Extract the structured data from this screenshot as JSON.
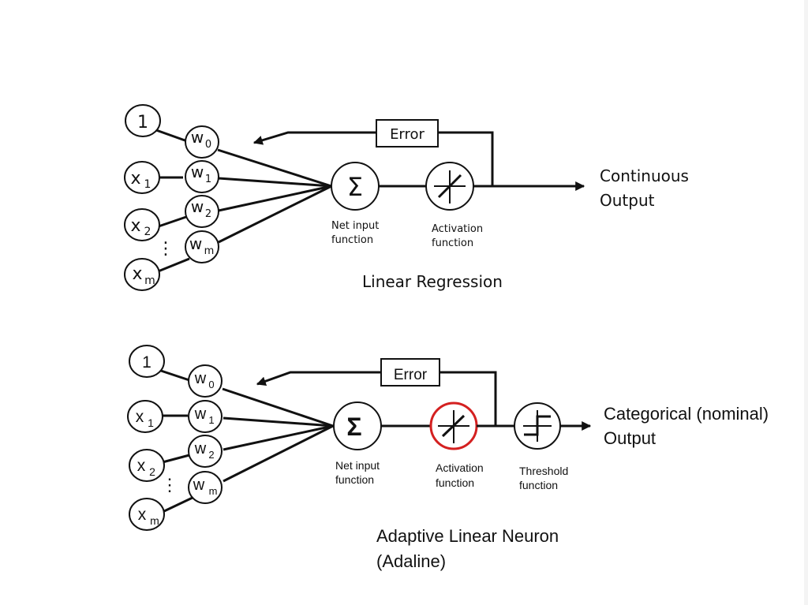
{
  "diagrams": [
    {
      "title": "Linear Regression",
      "inputs": [
        {
          "base": "1",
          "sub": ""
        },
        {
          "base": "x",
          "sub": "1"
        },
        {
          "base": "x",
          "sub": "2"
        },
        {
          "base": "x",
          "sub": "m"
        }
      ],
      "weights": [
        {
          "base": "w",
          "sub": "0"
        },
        {
          "base": "w",
          "sub": "1"
        },
        {
          "base": "w",
          "sub": "2"
        },
        {
          "base": "w",
          "sub": "m"
        }
      ],
      "ellipsis": "⋮",
      "sum_symbol": "Σ",
      "error_label": "Error",
      "net_input_label": [
        "Net input",
        "function"
      ],
      "activation_label": [
        "Activation",
        "function"
      ],
      "output_label": [
        "Continuous",
        "Output"
      ]
    },
    {
      "title": [
        "Adaptive Linear Neuron",
        "(Adaline)"
      ],
      "inputs": [
        {
          "base": "1",
          "sub": ""
        },
        {
          "base": "x",
          "sub": "1"
        },
        {
          "base": "x",
          "sub": "2"
        },
        {
          "base": "x",
          "sub": "m"
        }
      ],
      "weights": [
        {
          "base": "w",
          "sub": "0"
        },
        {
          "base": "w",
          "sub": "1"
        },
        {
          "base": "w",
          "sub": "2"
        },
        {
          "base": "w",
          "sub": "m"
        }
      ],
      "ellipsis": "⋮",
      "sum_symbol": "Σ",
      "error_label": "Error",
      "net_input_label": [
        "Net input",
        "function"
      ],
      "activation_label": [
        "Activation",
        "function"
      ],
      "threshold_label": [
        "Threshold",
        "function"
      ],
      "output_label": [
        "Categorical (nominal)",
        "Output"
      ],
      "highlight_color": "#d42020"
    }
  ]
}
